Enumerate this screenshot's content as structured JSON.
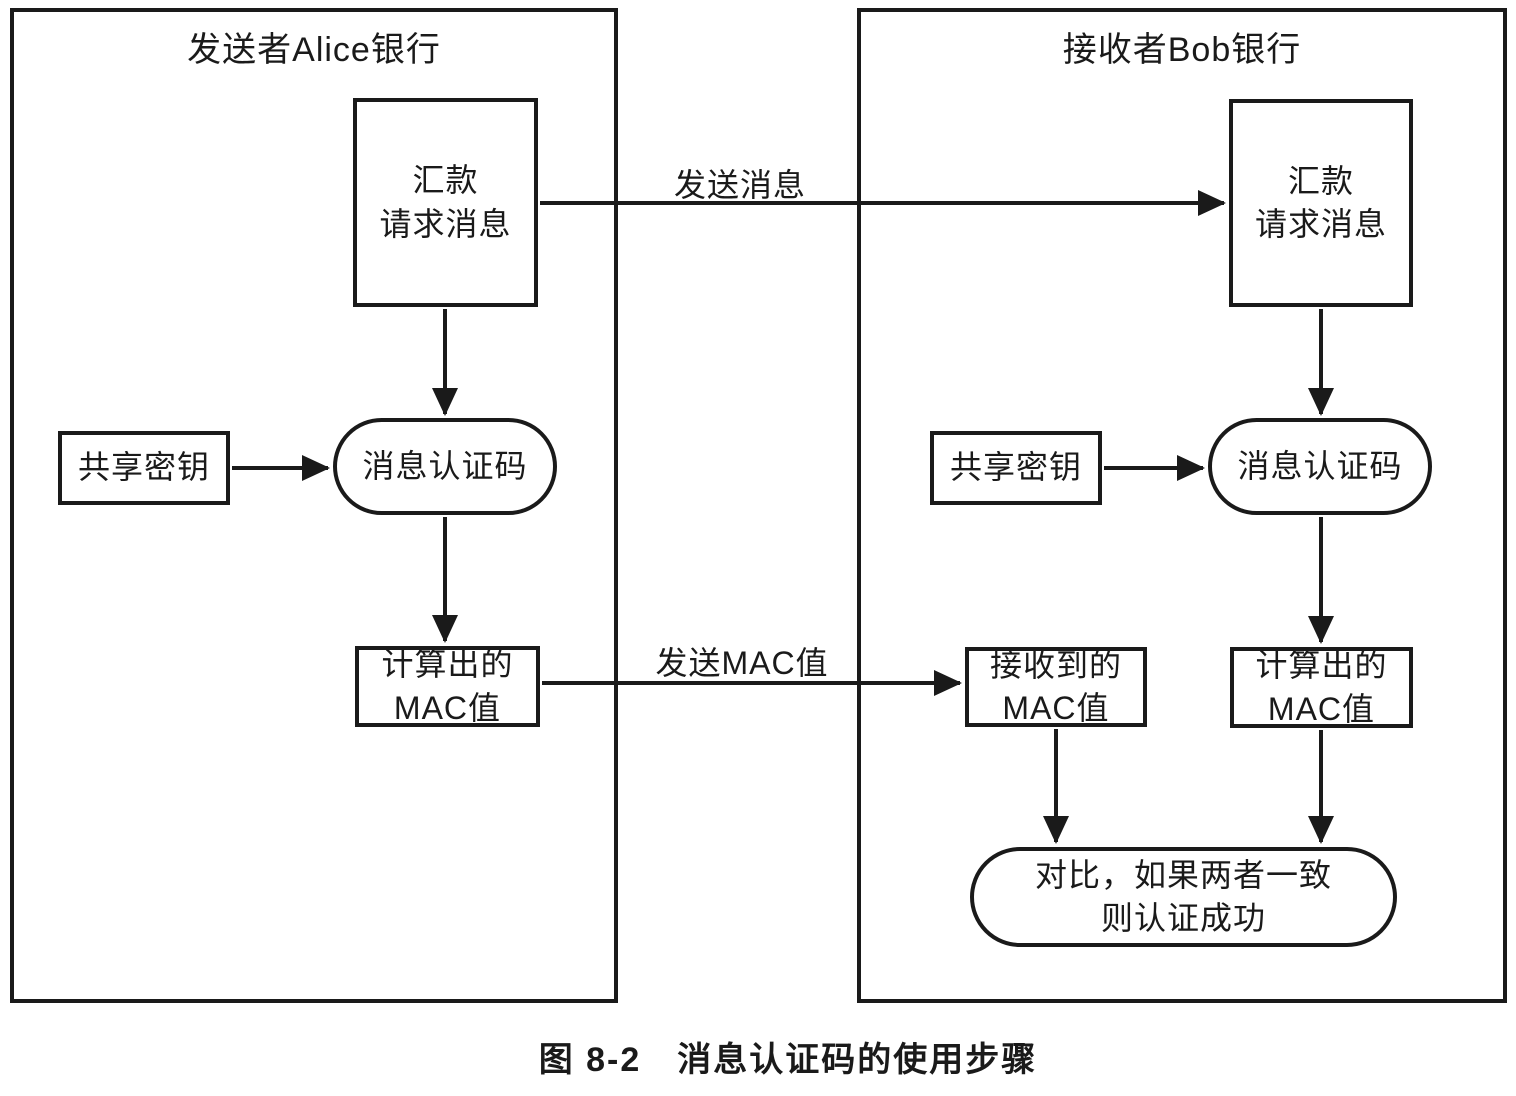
{
  "caption": "图 8-2　消息认证码的使用步骤",
  "colors": {
    "ink": "#1a1a1a",
    "paper": "#ffffff"
  },
  "sender": {
    "title": "发送者Alice银行",
    "message_box": "汇款\n请求消息",
    "shared_key": "共享密钥",
    "mac_pill": "消息认证码",
    "computed_mac": "计算出的\nMAC值"
  },
  "receiver": {
    "title": "接收者Bob银行",
    "message_box": "汇款\n请求消息",
    "shared_key": "共享密钥",
    "mac_pill": "消息认证码",
    "computed_mac": "计算出的\nMAC值",
    "received_mac": "接收到的\nMAC值",
    "compare_pill": "对比，如果两者一致\n则认证成功"
  },
  "flow_labels": {
    "send_message": "发送消息",
    "send_mac": "发送MAC值"
  }
}
